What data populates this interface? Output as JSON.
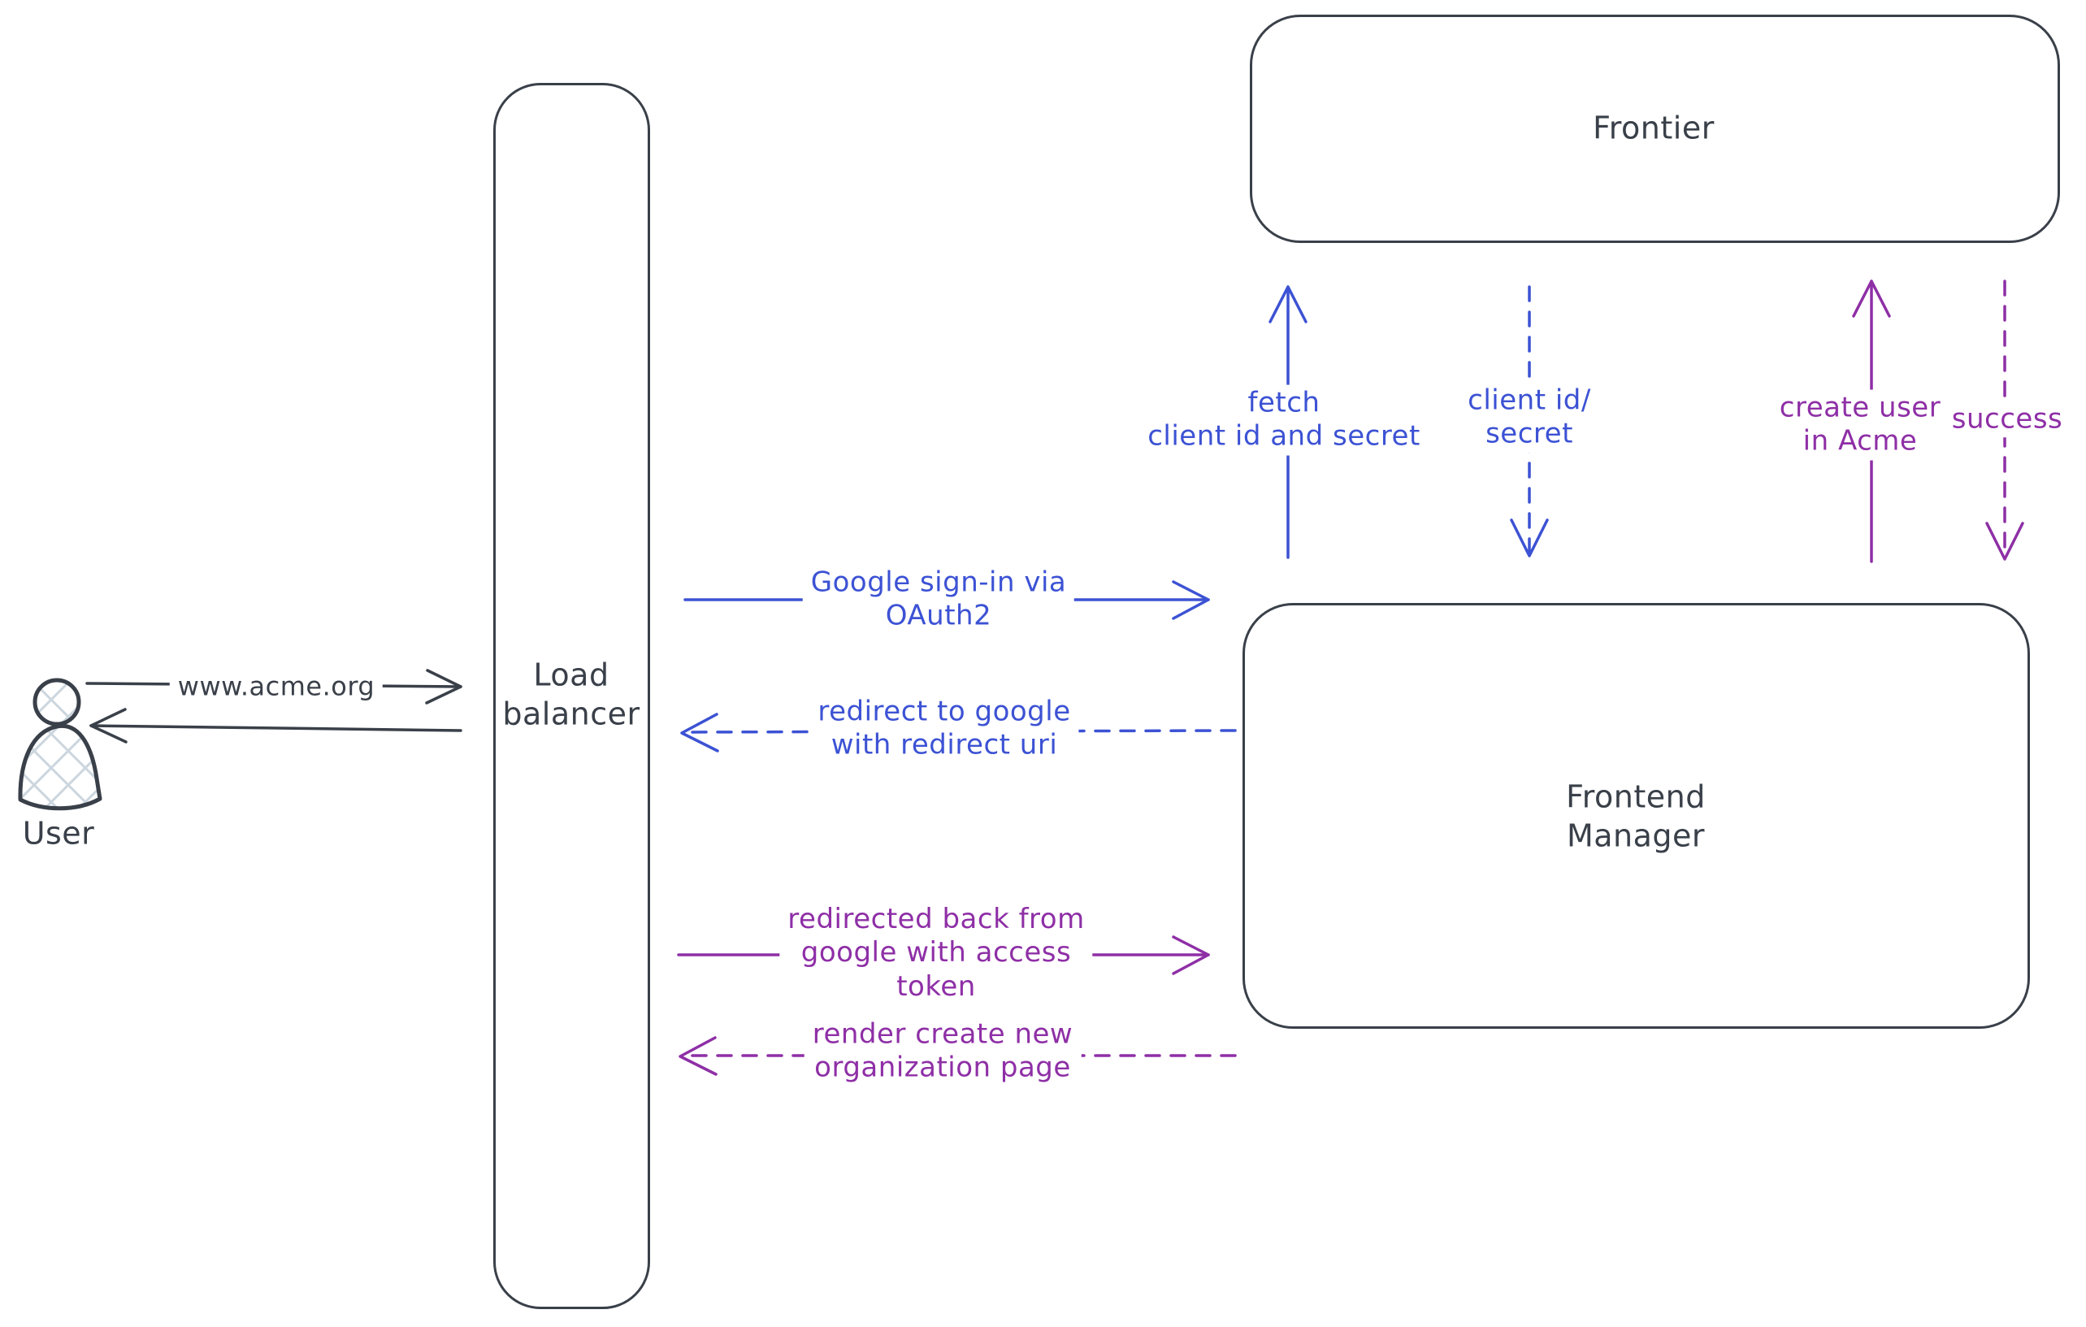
{
  "colors": {
    "ink": "#3a4049",
    "blue": "#3c52d4",
    "purple": "#8e2fa6",
    "hatch": "#ccd6de",
    "background": "#ffffff"
  },
  "nodes": {
    "user": {
      "label": "User",
      "shape": "actor"
    },
    "load_balancer": {
      "label": "Load\nbalancer",
      "shape": "rounded-rectangle"
    },
    "frontier": {
      "label": "Frontier",
      "shape": "rounded-rectangle"
    },
    "frontend_manager": {
      "label": "Frontend\nManager",
      "shape": "rounded-rectangle"
    }
  },
  "edges": {
    "www_acme_org": {
      "label": "www.acme.org",
      "color": "ink",
      "line": "solid",
      "direction": "right"
    },
    "return_to_user": {
      "label": "",
      "color": "ink",
      "line": "solid",
      "direction": "left"
    },
    "google_signin": {
      "label": "Google sign-in via\nOAuth2",
      "color": "blue",
      "line": "solid",
      "direction": "right"
    },
    "redirect_to_google": {
      "label": "redirect to google\nwith redirect uri",
      "color": "blue",
      "line": "dashed",
      "direction": "left"
    },
    "fetch_client_id": {
      "label": "fetch\nclient id and secret",
      "color": "blue",
      "line": "solid",
      "direction": "up"
    },
    "client_id_secret": {
      "label": "client id/\nsecret",
      "color": "blue",
      "line": "dashed",
      "direction": "down"
    },
    "create_user": {
      "label": "create user\nin Acme",
      "color": "purple",
      "line": "solid",
      "direction": "up"
    },
    "success": {
      "label": "success",
      "color": "purple",
      "line": "dashed",
      "direction": "down"
    },
    "redirected_back": {
      "label": "redirected back from\ngoogle with access\ntoken",
      "color": "purple",
      "line": "solid",
      "direction": "right"
    },
    "render_org_page": {
      "label": "render create new\norganization page",
      "color": "purple",
      "line": "dashed",
      "direction": "left"
    }
  }
}
